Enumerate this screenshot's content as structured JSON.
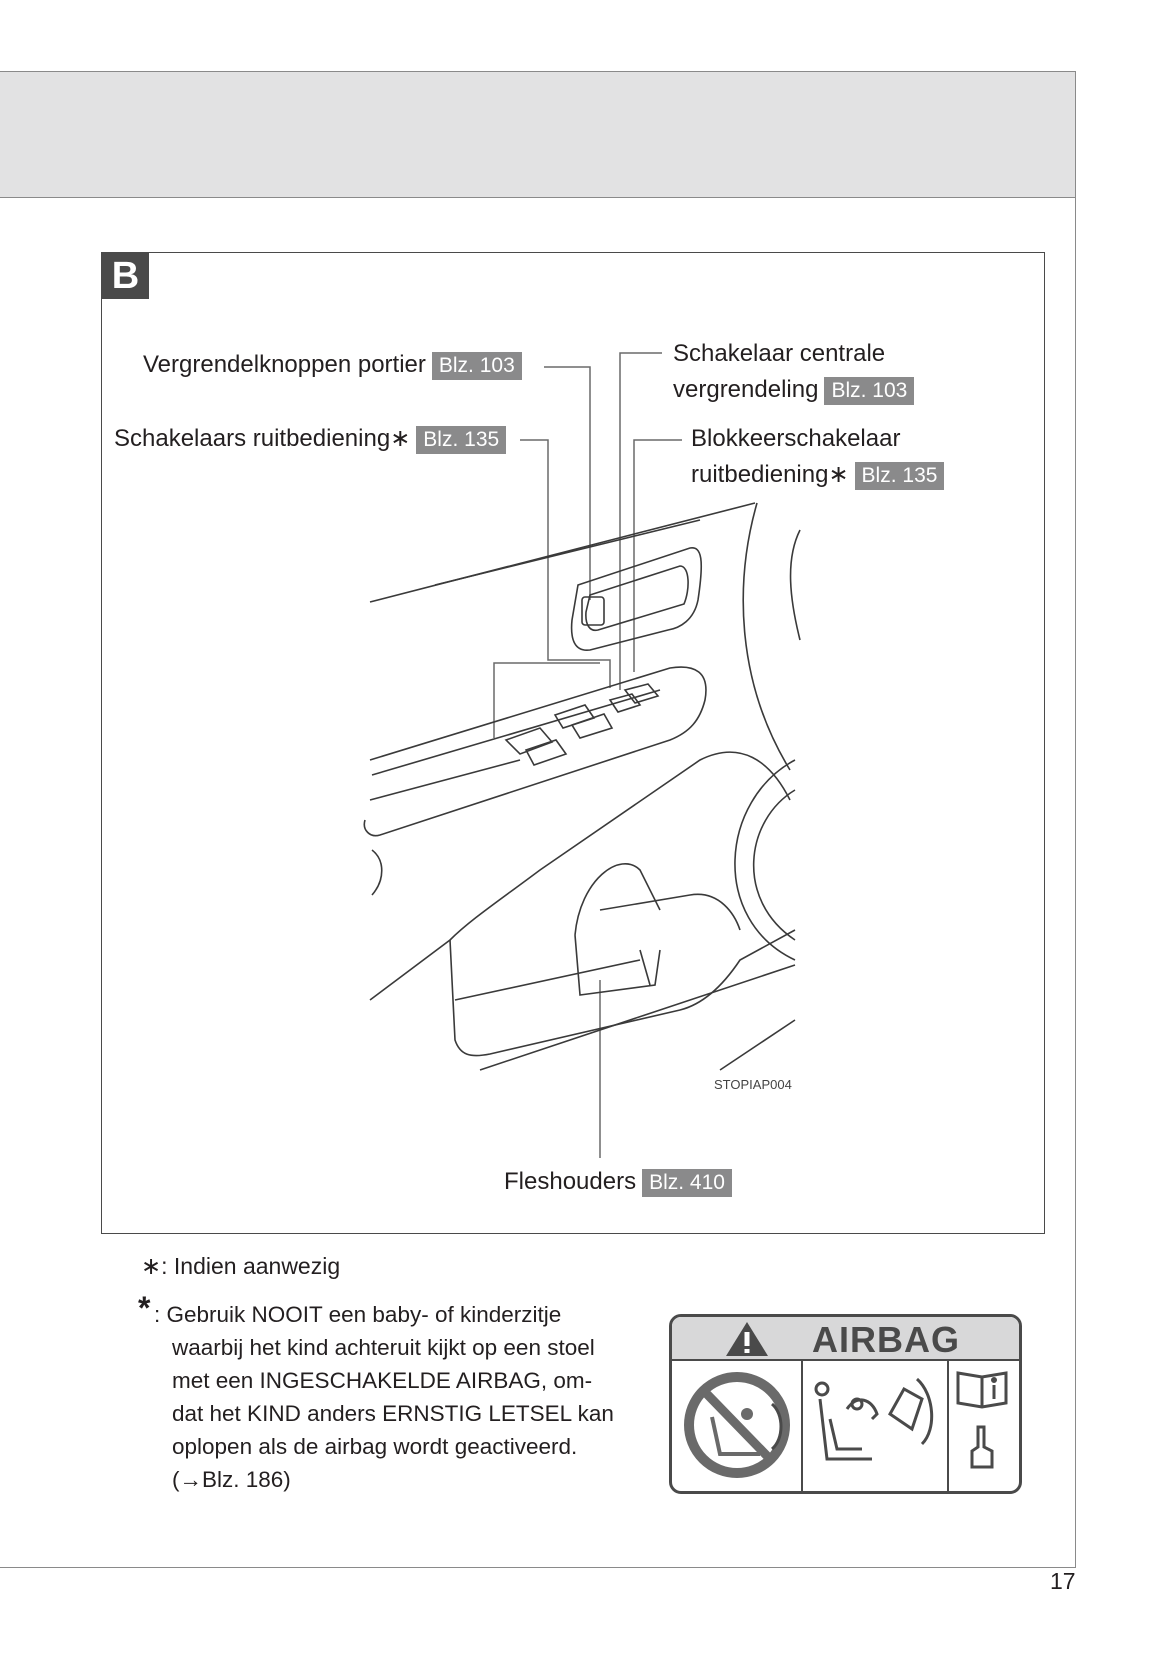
{
  "page": {
    "number": "17"
  },
  "figure": {
    "badge": "B",
    "diagram_code": "STOPIAP004",
    "callouts": {
      "door_lock": {
        "label": "Vergrendelknoppen portier",
        "ref": "Blz. 103"
      },
      "power_window": {
        "label": "Schakelaars ruitbediening",
        "ref": "Blz. 135"
      },
      "central_lock": {
        "label_line1": "Schakelaar centrale",
        "label_line2": "vergrendeling",
        "ref": "Blz. 103"
      },
      "window_lock": {
        "label_line1": "Blokkeerschakelaar",
        "label_line2": "ruitbediening",
        "ref": "Blz. 135"
      },
      "bottle_holder": {
        "label": "Fleshouders",
        "ref": "Blz. 410"
      }
    }
  },
  "footnote": {
    "symbol": "∗",
    "text": ": Indien aanwezig"
  },
  "warning": {
    "symbol": "*",
    "lines": [
      ":  Gebruik NOOIT een baby- of kinderzitje",
      "waarbij het kind achteruit kijkt op een stoel",
      "met een INGESCHAKELDE AIRBAG, om-",
      "dat het KIND anders ERNSTIG LETSEL kan",
      "oplopen als de airbag wordt geactiveerd.",
      "(→Blz. 186)"
    ]
  },
  "airbag_label": {
    "title": "AIRBAG"
  }
}
